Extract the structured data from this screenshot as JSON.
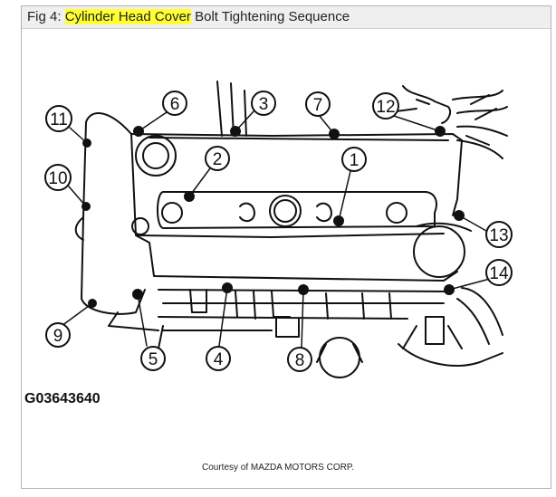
{
  "figure": {
    "prefix": "Fig 4:",
    "highlight": "Cylinder Head Cover",
    "suffix": "Bolt Tightening Sequence",
    "code": "G03643640",
    "credit": "Courtesy of MAZDA MOTORS CORP.",
    "highlight_color": "#ffff33"
  },
  "callouts": [
    {
      "label": "1",
      "name": "bolt-1"
    },
    {
      "label": "2",
      "name": "bolt-2"
    },
    {
      "label": "3",
      "name": "bolt-3"
    },
    {
      "label": "4",
      "name": "bolt-4"
    },
    {
      "label": "5",
      "name": "bolt-5"
    },
    {
      "label": "6",
      "name": "bolt-6"
    },
    {
      "label": "7",
      "name": "bolt-7"
    },
    {
      "label": "8",
      "name": "bolt-8"
    },
    {
      "label": "9",
      "name": "bolt-9"
    },
    {
      "label": "10",
      "name": "bolt-10"
    },
    {
      "label": "11",
      "name": "bolt-11"
    },
    {
      "label": "12",
      "name": "bolt-12"
    },
    {
      "label": "13",
      "name": "bolt-13"
    },
    {
      "label": "14",
      "name": "bolt-14"
    }
  ]
}
